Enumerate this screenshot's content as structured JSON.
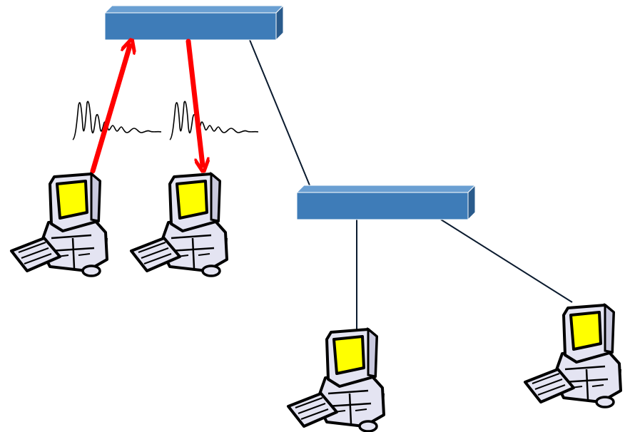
{
  "diagram": {
    "nodes": [
      {
        "id": "switch-top",
        "kind": "switch"
      },
      {
        "id": "switch-middle",
        "kind": "switch"
      },
      {
        "id": "computer-1",
        "kind": "computer"
      },
      {
        "id": "computer-2",
        "kind": "computer"
      },
      {
        "id": "computer-3",
        "kind": "computer"
      },
      {
        "id": "computer-4",
        "kind": "computer"
      }
    ],
    "links": [
      {
        "from": "switch-top",
        "to": "switch-middle",
        "style": "line"
      },
      {
        "from": "switch-middle",
        "to": "computer-3",
        "style": "line"
      },
      {
        "from": "switch-middle",
        "to": "computer-4",
        "style": "line"
      },
      {
        "from": "computer-1",
        "to": "switch-top",
        "style": "arrow",
        "color": "#ff0000"
      },
      {
        "from": "switch-top",
        "to": "computer-2",
        "style": "arrow",
        "color": "#ff0000"
      }
    ],
    "signals": [
      {
        "id": "signal-uplink",
        "shape": "pulse-waveform"
      },
      {
        "id": "signal-downlink",
        "shape": "pulse-waveform"
      }
    ],
    "colors": {
      "switch_front": "#3e7cb8",
      "switch_top": "#6a9fd2",
      "switch_side": "#2a5b8c",
      "arrow": "#ff0000",
      "monitor_screen": "#ffff00",
      "computer_body": "#e4e4f2",
      "line": "#0a1a2e"
    },
    "icons": [
      "switch-icon",
      "computer-icon",
      "waveform-icon",
      "arrow-icon"
    ]
  }
}
